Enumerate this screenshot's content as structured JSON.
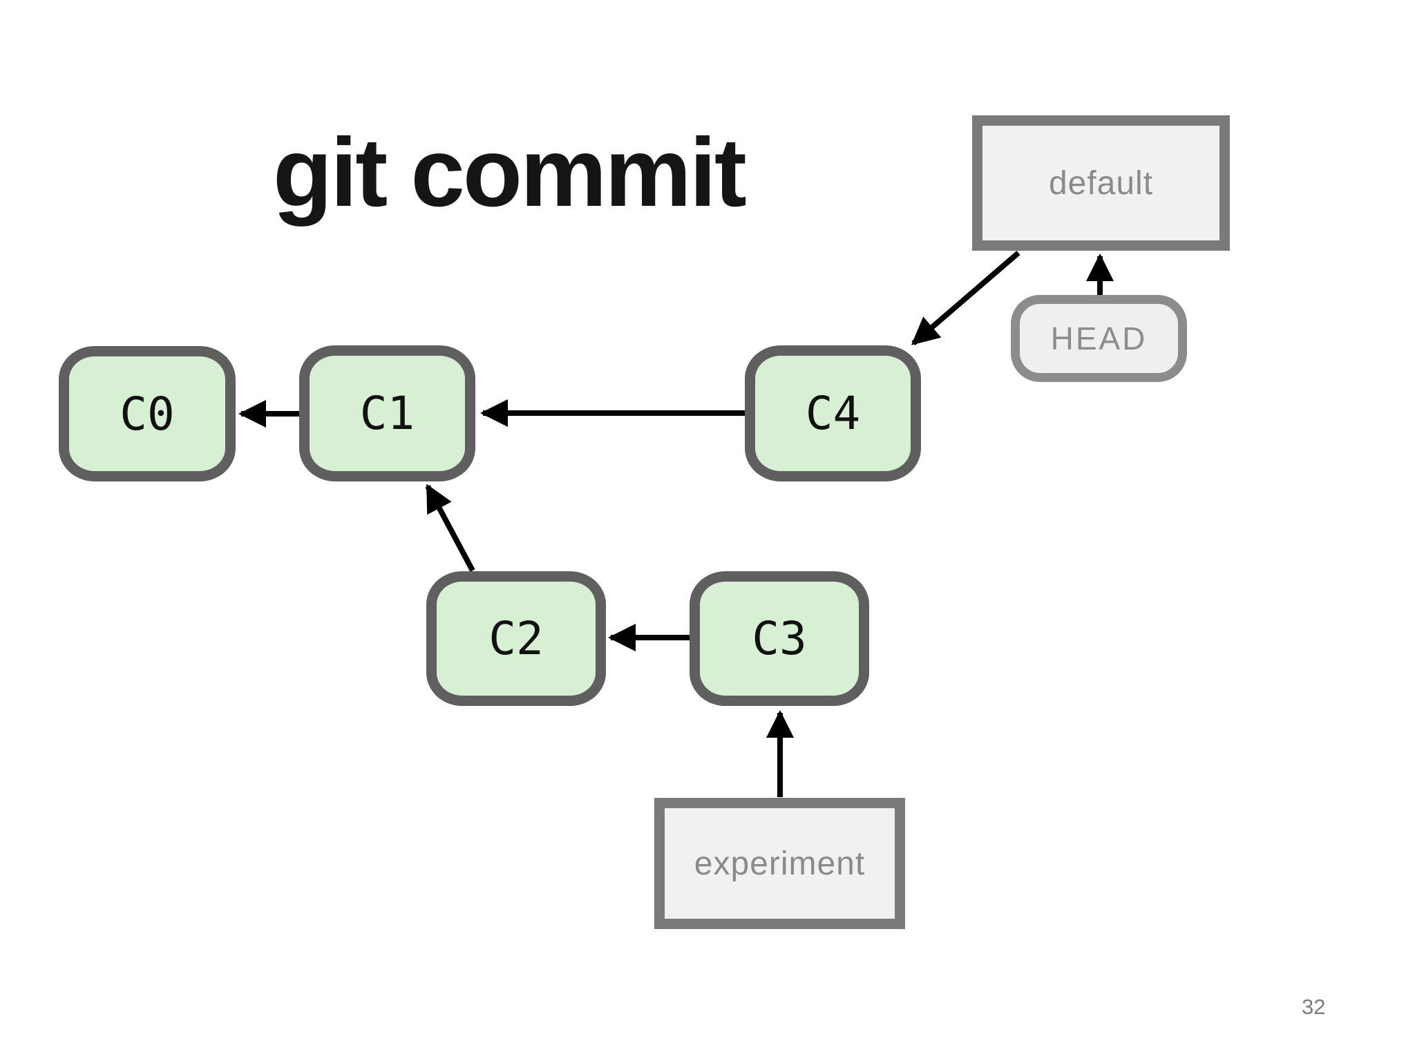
{
  "slide": {
    "title": "git commit",
    "page_number": "32"
  },
  "diagram": {
    "commits": [
      {
        "id": "c0",
        "label": "C0"
      },
      {
        "id": "c1",
        "label": "C1"
      },
      {
        "id": "c2",
        "label": "C2"
      },
      {
        "id": "c3",
        "label": "C3"
      },
      {
        "id": "c4",
        "label": "C4"
      }
    ],
    "branches": [
      {
        "id": "default",
        "label": "default"
      },
      {
        "id": "experiment",
        "label": "experiment"
      }
    ],
    "head_label": "HEAD",
    "edges": [
      {
        "from": "C1",
        "to": "C0"
      },
      {
        "from": "C4",
        "to": "C1"
      },
      {
        "from": "C2",
        "to": "C1"
      },
      {
        "from": "C3",
        "to": "C2"
      },
      {
        "from": "experiment",
        "to": "C3"
      },
      {
        "from": "HEAD",
        "to": "default"
      },
      {
        "from": "default",
        "to": "C4"
      }
    ],
    "colors": {
      "commit_fill": "#d7f0d3",
      "commit_border": "#5f5f5f",
      "branch_fill": "#f1f1f1",
      "branch_border": "#7a7a7a",
      "head_fill": "#efefef",
      "head_border": "#8c8c8c",
      "gray_label": "#8a8a8a",
      "arrow": "#000000",
      "title_color": "#151515"
    }
  }
}
